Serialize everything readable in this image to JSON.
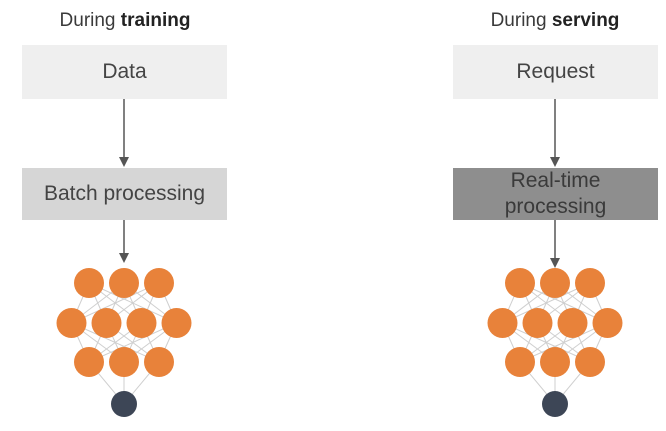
{
  "left_panel": {
    "heading_prefix": "During ",
    "heading_bold": "training",
    "top_box": "Data",
    "middle_box": "Batch processing"
  },
  "right_panel": {
    "heading_prefix": "During ",
    "heading_bold": "serving",
    "top_box": "Request",
    "middle_box": "Real-time processing"
  },
  "colors": {
    "node_orange": "#e8823a",
    "node_output": "#3d4656",
    "edge": "#cfcfcf",
    "arrow": "#555555"
  },
  "network": {
    "layers": [
      3,
      4,
      3,
      1
    ]
  }
}
